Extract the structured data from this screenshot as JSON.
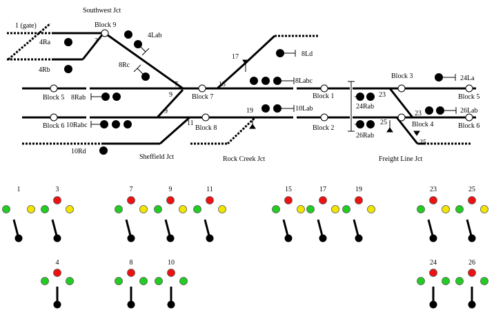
{
  "junctions": {
    "southwest": "Southwest Jct",
    "sheffield": "Sheffield Jct",
    "rock_creek": "Rock Creek Jct",
    "freight_line": "Freight Line Jct"
  },
  "blocks": {
    "block9": "Block 9",
    "block5_left": "Block 5",
    "block6_left": "Block 6",
    "block7": "Block 7",
    "block8": "Block 8",
    "block1": "Block 1",
    "block2": "Block 2",
    "block3": "Block 3",
    "block4": "Block 4",
    "block5_right": "Block 5",
    "block6_right": "Block 6"
  },
  "track_labels": {
    "gate": "1 (gate)",
    "n3": "3",
    "n7": "7",
    "n9a": "9",
    "n9b": "9",
    "n11": "11",
    "n15": "15",
    "n17": "17",
    "n19": "19",
    "n23a": "23",
    "n23b": "23",
    "n25a": "25",
    "n25b": "25"
  },
  "signal_labels": {
    "s4Ra": "4Ra",
    "s4Rb": "4Rb",
    "s4Lab": "4Lab",
    "s8Rc": "8Rc",
    "s8Rab": "8Rab",
    "s10Rabc": "10Rabc",
    "s10Rd": "10Rd",
    "s8Ld": "8Ld",
    "s8Labc": "8Labc",
    "s10Lab": "10Lab",
    "s24Rab": "24Rab",
    "s26Rab": "26Rab",
    "s24La": "24La",
    "s26Lab": "26Lab"
  },
  "levers_3way": [
    {
      "label": "1",
      "lamps": [
        "green",
        "none",
        "yellow"
      ]
    },
    {
      "label": "3",
      "lamps": [
        "green",
        "red",
        "yellow"
      ]
    },
    {
      "label": "7",
      "lamps": [
        "green",
        "red",
        "yellow"
      ]
    },
    {
      "label": "9",
      "lamps": [
        "green",
        "red",
        "yellow"
      ]
    },
    {
      "label": "11",
      "lamps": [
        "green",
        "red",
        "yellow"
      ]
    },
    {
      "label": "15",
      "lamps": [
        "green",
        "red",
        "yellow"
      ]
    },
    {
      "label": "17",
      "lamps": [
        "green",
        "red",
        "yellow"
      ]
    },
    {
      "label": "19",
      "lamps": [
        "green",
        "red",
        "yellow"
      ]
    },
    {
      "label": "23",
      "lamps": [
        "green",
        "red",
        "yellow"
      ]
    },
    {
      "label": "25",
      "lamps": [
        "green",
        "red",
        "yellow"
      ]
    }
  ],
  "levers_signal": [
    {
      "label": "4",
      "lamps": [
        "green",
        "red",
        "green"
      ]
    },
    {
      "label": "8",
      "lamps": [
        "green",
        "red",
        "green"
      ]
    },
    {
      "label": "10",
      "lamps": [
        "green",
        "red",
        "green"
      ]
    },
    {
      "label": "24",
      "lamps": [
        "green",
        "red",
        "green"
      ]
    },
    {
      "label": "26",
      "lamps": [
        "green",
        "red",
        "green"
      ]
    }
  ],
  "colors": {
    "green": "#22cc22",
    "red": "#ee1111",
    "yellow": "#f2e600",
    "track": "#000000"
  }
}
